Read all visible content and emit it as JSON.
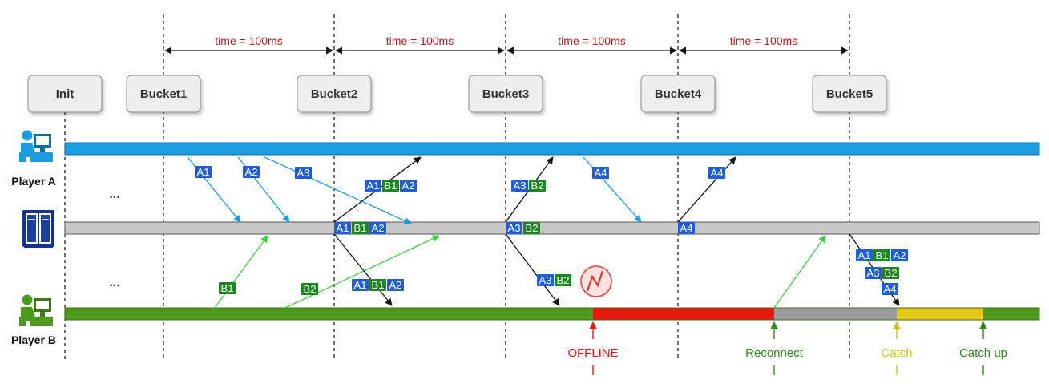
{
  "colors": {
    "player_a": "#1a9ee1",
    "server": "#c8c8c8",
    "player_b": "#4c9a1e",
    "offline": "#e8180e",
    "reconnect": "#9a9a9a",
    "catch": "#e5c81a",
    "msg_a": "#1f5ed6",
    "msg_b": "#18891f",
    "annot_red": "#e8180e",
    "annot_green": "#2a8a1a",
    "annot_yellow": "#c6c61e",
    "interval": "#c0161e"
  },
  "interval_label": "time = 100ms",
  "columns": [
    {
      "label": "Init"
    },
    {
      "label": "Bucket1"
    },
    {
      "label": "Bucket2"
    },
    {
      "label": "Bucket3"
    },
    {
      "label": "Bucket4"
    },
    {
      "label": "Bucket5"
    }
  ],
  "players": {
    "a": {
      "label": "Player A",
      "icon": "player-computer-icon"
    },
    "server": {
      "icon": "server-icon"
    },
    "b": {
      "label": "Player B",
      "icon": "player-computer-icon"
    }
  },
  "ellipsis": "...",
  "inputs": {
    "a1": "A1",
    "a2": "A2",
    "a3": "A3",
    "a4": "A4",
    "b1": "B1",
    "b2": "B2"
  },
  "status": {
    "offline": "OFFLINE",
    "reconnect": "Reconnect",
    "catch": "Catch",
    "catch_up": "Catch up"
  },
  "offline_icon": "lightning-icon"
}
